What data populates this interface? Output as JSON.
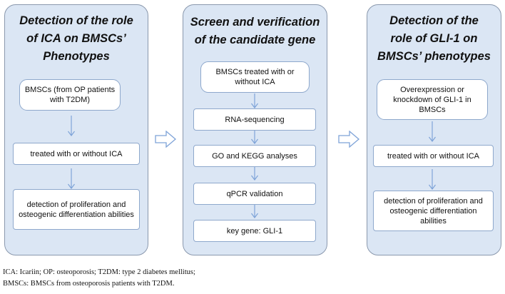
{
  "panels": [
    {
      "title": "Detection of the role of ICA on BMSCs’ Phenotypes",
      "title_lines": [
        "Detection of the role",
        "of ICA on BMSCs’",
        "Phenotypes"
      ],
      "steps": [
        "BMSCs (from OP patients with T2DM)",
        "treated with or without ICA",
        "detection of proliferation and osteogenic differentiation abilities"
      ]
    },
    {
      "title": "Screen and verification of the candidate gene",
      "title_lines": [
        "Screen and verification",
        "of the candidate gene"
      ],
      "steps": [
        "BMSCs treated with or without ICA",
        "RNA-sequencing",
        "GO and KEGG analyses",
        "qPCR validation",
        "key gene: GLI-1"
      ]
    },
    {
      "title": "Detection of the role of GLI-1 on BMSCs’ phenotypes",
      "title_lines": [
        "Detection of the",
        "role of GLI-1 on",
        "BMSCs’ phenotypes"
      ],
      "steps": [
        "Overexpression or knockdown of GLI-1 in BMSCs",
        "treated with or without ICA",
        "detection of proliferation and osteogenic differentiation abilities"
      ]
    }
  ],
  "footnotes": [
    "ICA: Icariin; OP: osteoporosis; T2DM: type 2 diabetes mellitus;",
    "BMSCs: BMSCs from osteoporosis patients with T2DM."
  ],
  "colors": {
    "panel_fill": "#dbe6f4",
    "panel_border": "#8a98ad",
    "box_border": "#8ea8cc",
    "arrow": "#7ea3d8"
  }
}
